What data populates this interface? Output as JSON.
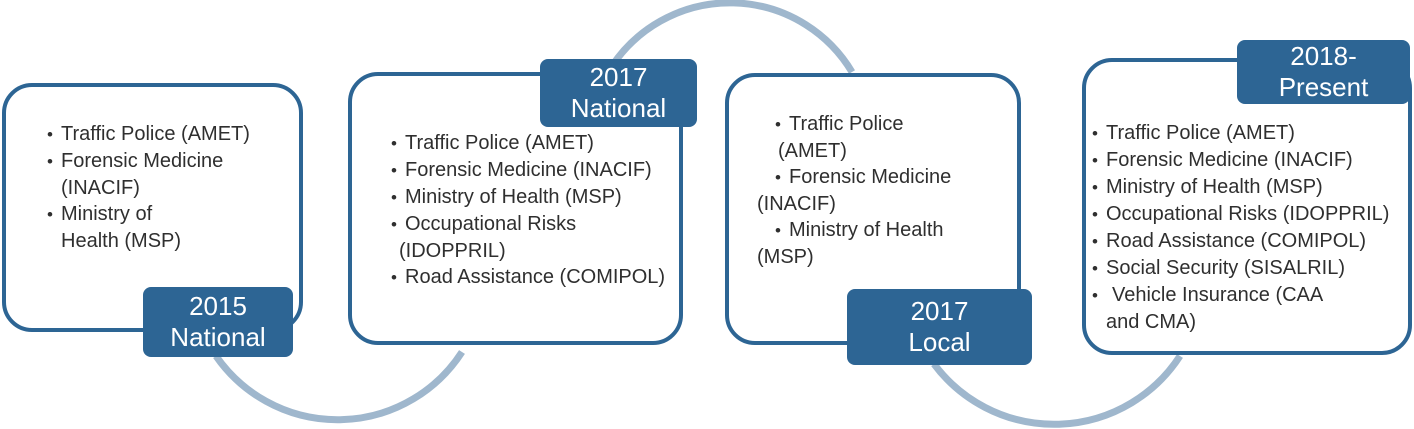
{
  "colors": {
    "accent": "#2d6594",
    "arc": "#9fb7cd",
    "text": "#2f2f2f",
    "box_bg": "#ffffff"
  },
  "bullet_char": "•",
  "milestones": [
    {
      "id": "2015-national",
      "label": [
        "2015",
        "National"
      ],
      "lines": [
        {
          "t": "Traffic Police (AMET)",
          "b": true
        },
        {
          "t": "Forensic Medicine",
          "b": true
        },
        {
          "t": "(INACIF)",
          "b": false,
          "cls": "hang"
        },
        {
          "t": "Ministry of",
          "b": true
        },
        {
          "t": "Health (MSP)",
          "b": false,
          "cls": "hang"
        }
      ]
    },
    {
      "id": "2017-national",
      "label": [
        "2017",
        "National"
      ],
      "lines": [
        {
          "t": "Traffic Police (AMET)",
          "b": true
        },
        {
          "t": "Forensic Medicine (INACIF)",
          "b": true
        },
        {
          "t": "Ministry of Health (MSP)",
          "b": true
        },
        {
          "t": "Occupational Risks",
          "b": true
        },
        {
          "t": "(IDOPPRIL)",
          "b": false,
          "cls": "hang-sm"
        },
        {
          "t": "Road Assistance (COMIPOL)",
          "b": true
        }
      ]
    },
    {
      "id": "2017-local",
      "label": [
        "2017",
        "Local"
      ],
      "lines": [
        {
          "t": "Traffic Police",
          "b": true
        },
        {
          "t": "(AMET)",
          "b": false,
          "cls": "near"
        },
        {
          "t": "Forensic Medicine",
          "b": true
        },
        {
          "t": "(INACIF)",
          "b": false,
          "cls": "flush"
        },
        {
          "t": "Ministry of Health",
          "b": true
        },
        {
          "t": "(MSP)",
          "b": false,
          "cls": "flush"
        }
      ]
    },
    {
      "id": "2018-present",
      "label": [
        "2018-",
        "Present"
      ],
      "lines": [
        {
          "t": "Traffic Police (AMET)",
          "b": true
        },
        {
          "t": "Forensic Medicine (INACIF)",
          "b": true
        },
        {
          "t": "Ministry of Health (MSP)",
          "b": true
        },
        {
          "t": "Occupational Risks (IDOPPRIL)",
          "b": true
        },
        {
          "t": "Road Assistance (COMIPOL)",
          "b": true
        },
        {
          "t": "Social Security (SISALRIL)",
          "b": true
        },
        {
          "t": "Vehicle Insurance (CAA",
          "b": true,
          "cls": "sp"
        },
        {
          "t": "and CMA)",
          "b": false,
          "cls": "hang"
        }
      ]
    }
  ]
}
